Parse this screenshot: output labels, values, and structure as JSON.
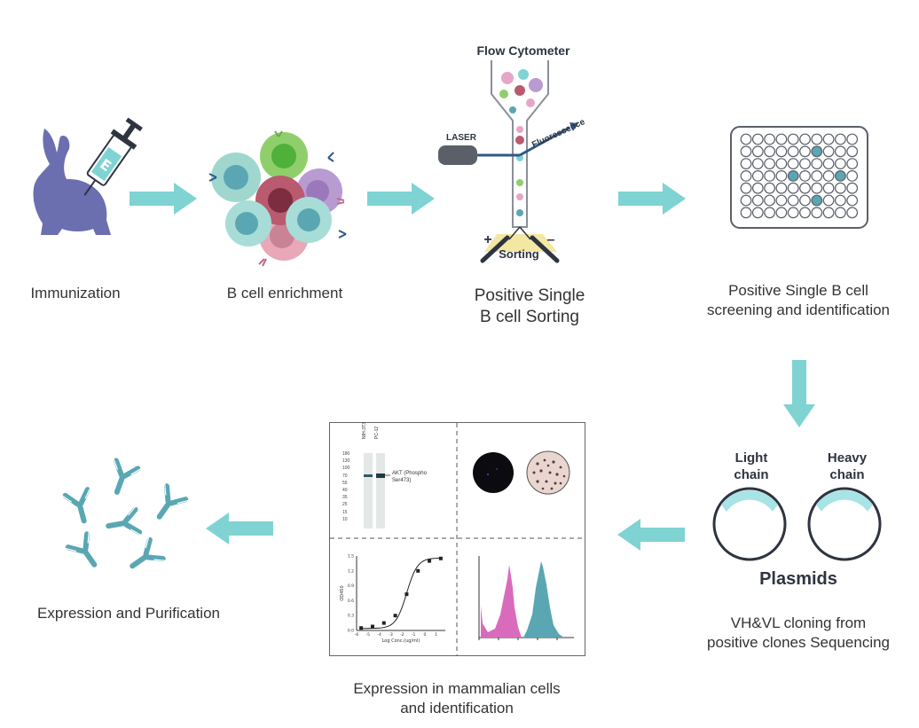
{
  "colors": {
    "arrow": "#7fd3d3",
    "rabbit": "#6b6fb0",
    "teal": "#5aa7b3",
    "plate_well": "#5aa7b3",
    "pink": "#d96bbd",
    "plasmid_band": "#a8e3e6"
  },
  "steps": {
    "immunization": "Immunization",
    "enrichment": "B cell enrichment",
    "sorting_line1": "Positive Single",
    "sorting_line2": "B cell Sorting",
    "screening_line1": "Positive Single B cell",
    "screening_line2": "screening and identification",
    "cloning_line1": "VH&VL cloning from",
    "cloning_line2": "positive clones Sequencing",
    "expression_line1": "Expression in mammalian cells",
    "expression_line2": "and identification",
    "purification": "Expression and Purification"
  },
  "cytometer": {
    "title": "Flow Cytometer",
    "laser": "LASER",
    "fluorescence": "Fluorescence",
    "sorting": "Sorting",
    "plus": "+",
    "minus": "–"
  },
  "plasmids": {
    "light_line1": "Light",
    "light_line2": "chain",
    "heavy_line1": "Heavy",
    "heavy_line2": "chain",
    "title": "Plasmids"
  },
  "plate": {
    "rows": 7,
    "cols": 10,
    "positive_wells": [
      [
        1,
        6
      ],
      [
        3,
        4
      ],
      [
        3,
        8
      ],
      [
        5,
        6
      ]
    ]
  },
  "western_blot": {
    "lane_labels": [
      "NIH-3T3",
      "PC-12"
    ],
    "markers": [
      "180",
      "130",
      "100",
      "70",
      "55",
      "40",
      "35",
      "25",
      "15",
      "10"
    ],
    "band_label_line1": "AKT (Phospho",
    "band_label_line2": "Ser473)"
  },
  "elisa": {
    "ylabel": "OD450",
    "xlabel": "Log Conc.(ug/ml)",
    "yticks": [
      "1.5",
      "1.2",
      "0.9",
      "0.6",
      "0.3",
      "0.0"
    ],
    "xticks": [
      "-6",
      "-5",
      "-4",
      "-3",
      "-2",
      "-1",
      "0",
      "1"
    ],
    "points": [
      [
        -5.6,
        0.05
      ],
      [
        -4.6,
        0.08
      ],
      [
        -3.6,
        0.15
      ],
      [
        -2.6,
        0.3
      ],
      [
        -1.6,
        0.73
      ],
      [
        -0.6,
        1.2
      ],
      [
        0.4,
        1.4
      ],
      [
        1.4,
        1.45
      ]
    ]
  }
}
